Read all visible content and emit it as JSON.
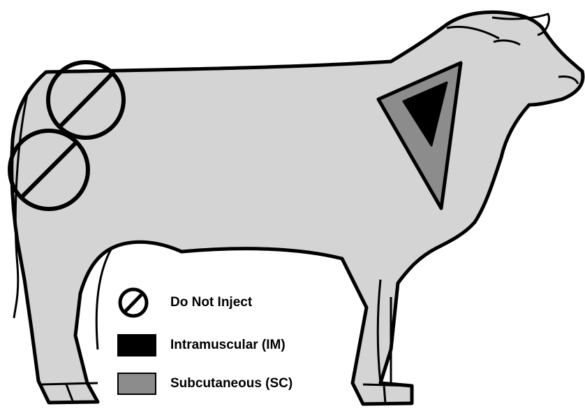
{
  "colors": {
    "body_fill": "#d4d4d4",
    "outline": "#000000",
    "intramuscular": "#000000",
    "subcutaneous": "#8c8c8c"
  },
  "legend": {
    "items": [
      {
        "symbol": "no-symbol-icon",
        "label": "Do Not Inject"
      },
      {
        "symbol": "black-swatch",
        "label": "Intramuscular (IM)"
      },
      {
        "symbol": "gray-swatch",
        "label": "Subcutaneous (SC)"
      }
    ]
  }
}
